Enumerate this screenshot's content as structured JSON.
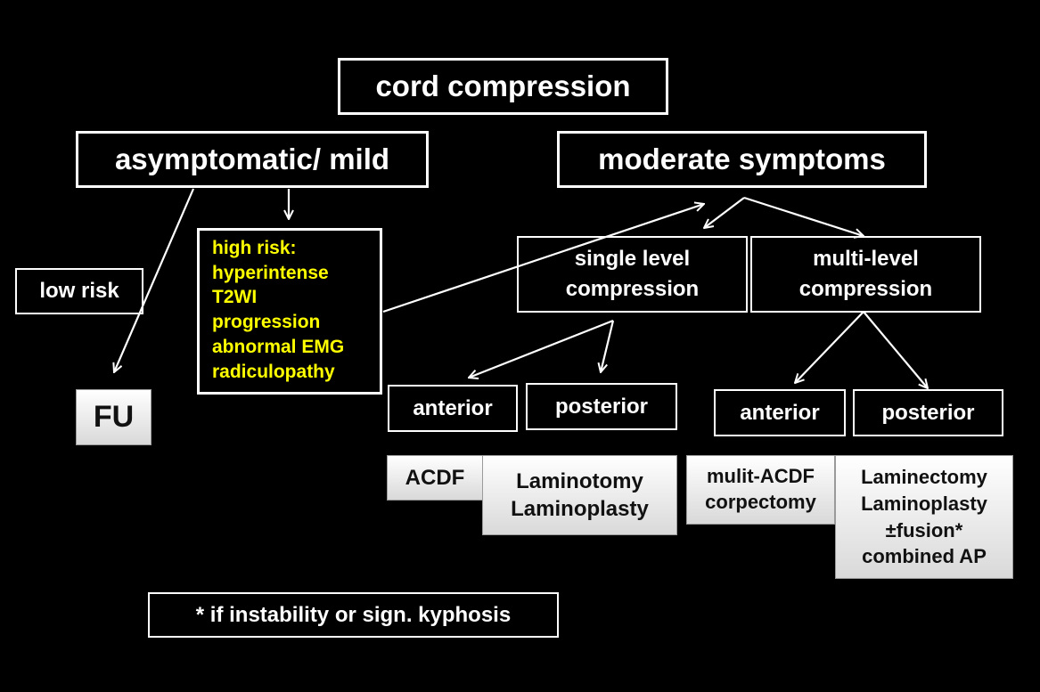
{
  "nodes": {
    "cord_compression": "cord compression",
    "asymptomatic_mild": "asymptomatic/ mild",
    "moderate_symptoms": "moderate symptoms",
    "low_risk": "low risk",
    "fu": "FU",
    "high_risk": "high risk:\nhyperintense\nT2WI\nprogression\nabnormal EMG\nradiculopathy",
    "single_level": "single level\ncompression",
    "multi_level": "multi-level\ncompression",
    "single_anterior": "anterior",
    "single_posterior": "posterior",
    "multi_anterior": "anterior",
    "multi_posterior": "posterior"
  },
  "treatments": {
    "acdf": "ACDF",
    "laminotomy": "Laminotomy\nLaminoplasty",
    "multi_acdf": "mulit-ACDF\ncorpectomy",
    "laminectomy": "Laminectomy\nLaminoplasty\n±fusion*\ncombined AP"
  },
  "footnote": "* if instability or sign. kyphosis",
  "colors": {
    "background": "#000000",
    "line": "#ffffff",
    "high_risk_text": "#ffff00",
    "treatment_text": "#111111"
  }
}
